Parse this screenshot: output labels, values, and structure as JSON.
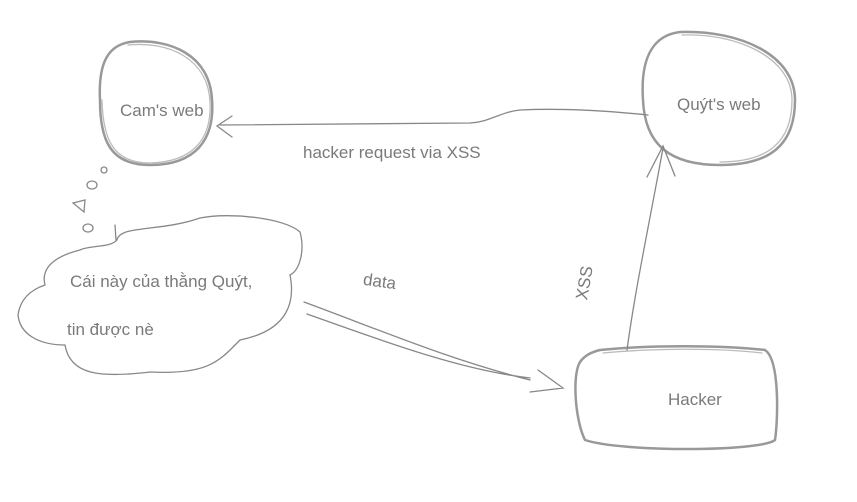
{
  "nodes": {
    "cam": "Cam's web",
    "quyt": "Quýt's web",
    "hacker": "Hacker"
  },
  "edges": {
    "request": "hacker request via XSS",
    "data": "data",
    "xss": "XSS"
  },
  "thought": {
    "line1": "Cái này của thằng Quýt,",
    "line2": "tin được nè"
  }
}
